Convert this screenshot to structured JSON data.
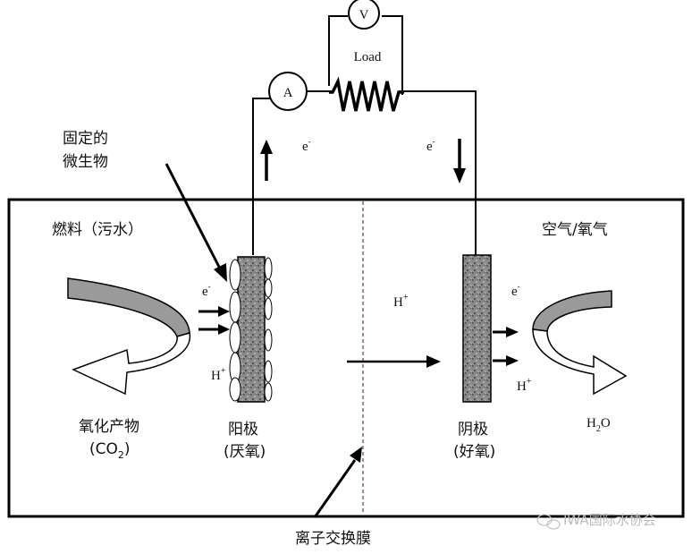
{
  "meters": {
    "voltmeter": "V",
    "ammeter": "A"
  },
  "load_label": "Load",
  "electron_label": "e",
  "electron_sup": "-",
  "proton_label": "H",
  "proton_sup": "+",
  "water": {
    "h": "H",
    "sub": "2",
    "o": "O"
  },
  "labels": {
    "immobilized_microbes_line1": "固定的",
    "immobilized_microbes_line2": "微生物",
    "fuel": "燃料（污水）",
    "air_oxygen": "空气/氧气",
    "oxidation_products": "氧化产物",
    "co2_prefix": "(CO",
    "co2_sub": "2",
    "co2_suffix": ")",
    "anode": "阳极",
    "anode_sub": "(厌氧)",
    "cathode": "阴极",
    "cathode_sub": "(好氧)",
    "membrane": "离子交换膜"
  },
  "watermark": "IWA国际水协会"
}
